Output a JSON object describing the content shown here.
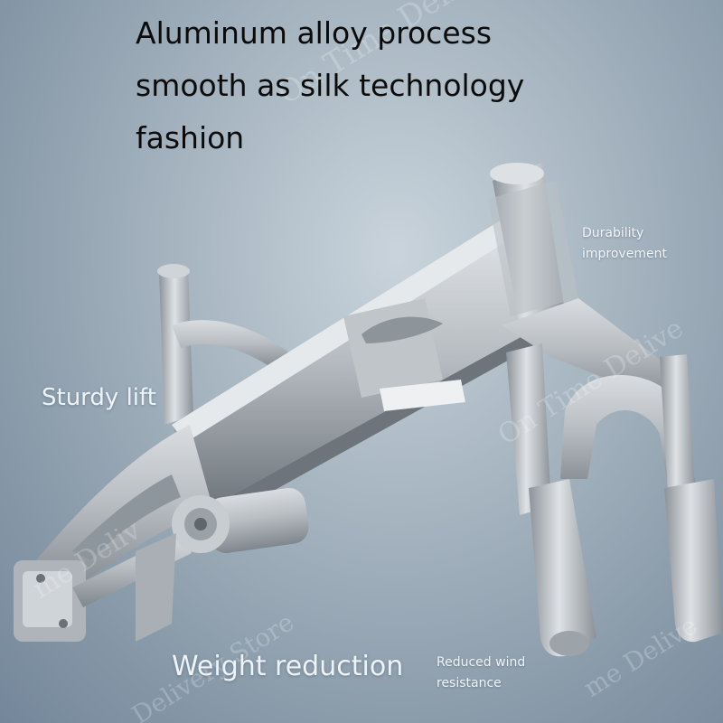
{
  "headline": {
    "line1": "Aluminum alloy process",
    "line2": "smooth as silk technology",
    "line3": "fashion"
  },
  "labels": {
    "durability_line1": "Durability",
    "durability_line2": "improvement",
    "sturdy": "Sturdy lift",
    "weight": "Weight reduction",
    "wind_line1": "Reduced wind",
    "wind_line2": "resistance"
  },
  "watermarks": {
    "main": "On Time Delivery Store",
    "second": "On Time Delive",
    "third": "me Deliv",
    "fourth": "Delivery Store",
    "fifth": "me Delive"
  },
  "colors": {
    "background": "#9fb0bd",
    "metal": "#b7bcc1",
    "text_dark": "#0b0b0b",
    "text_light": "#eef3f8"
  }
}
